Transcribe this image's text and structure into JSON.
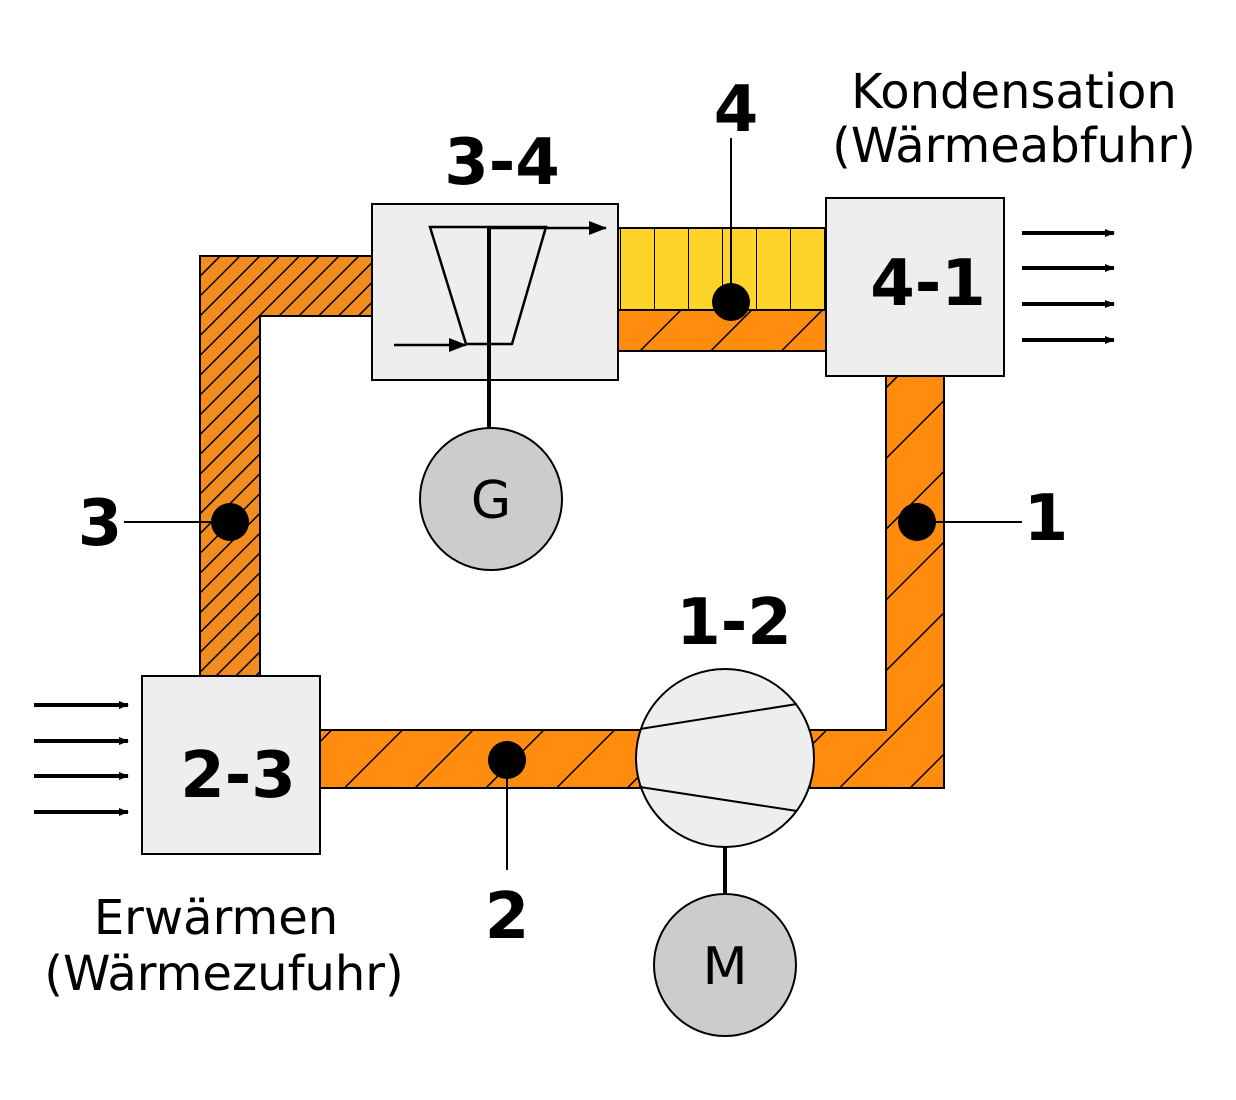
{
  "labels": {
    "state_1": "1",
    "state_2": "2",
    "state_3": "3",
    "state_4": "4",
    "process_1_2": "1-2",
    "process_2_3": "2-3",
    "process_3_4": "3-4",
    "process_4_1": "4-1",
    "generator": "G",
    "motor": "M"
  },
  "descriptions": {
    "condensation_line1": "Kondensation",
    "condensation_line2": "(Wärmeabfuhr)",
    "heating_line1": "Erwärmen",
    "heating_line2": "(Wärmezufuhr)"
  },
  "colors": {
    "pipe_orange": "#ff8c0f",
    "pipe_yellow": "#ffd42a",
    "pipe_dark_orange": "#f28c1e",
    "box_fill": "#eeeeee",
    "circle_fill": "#cccccc"
  }
}
